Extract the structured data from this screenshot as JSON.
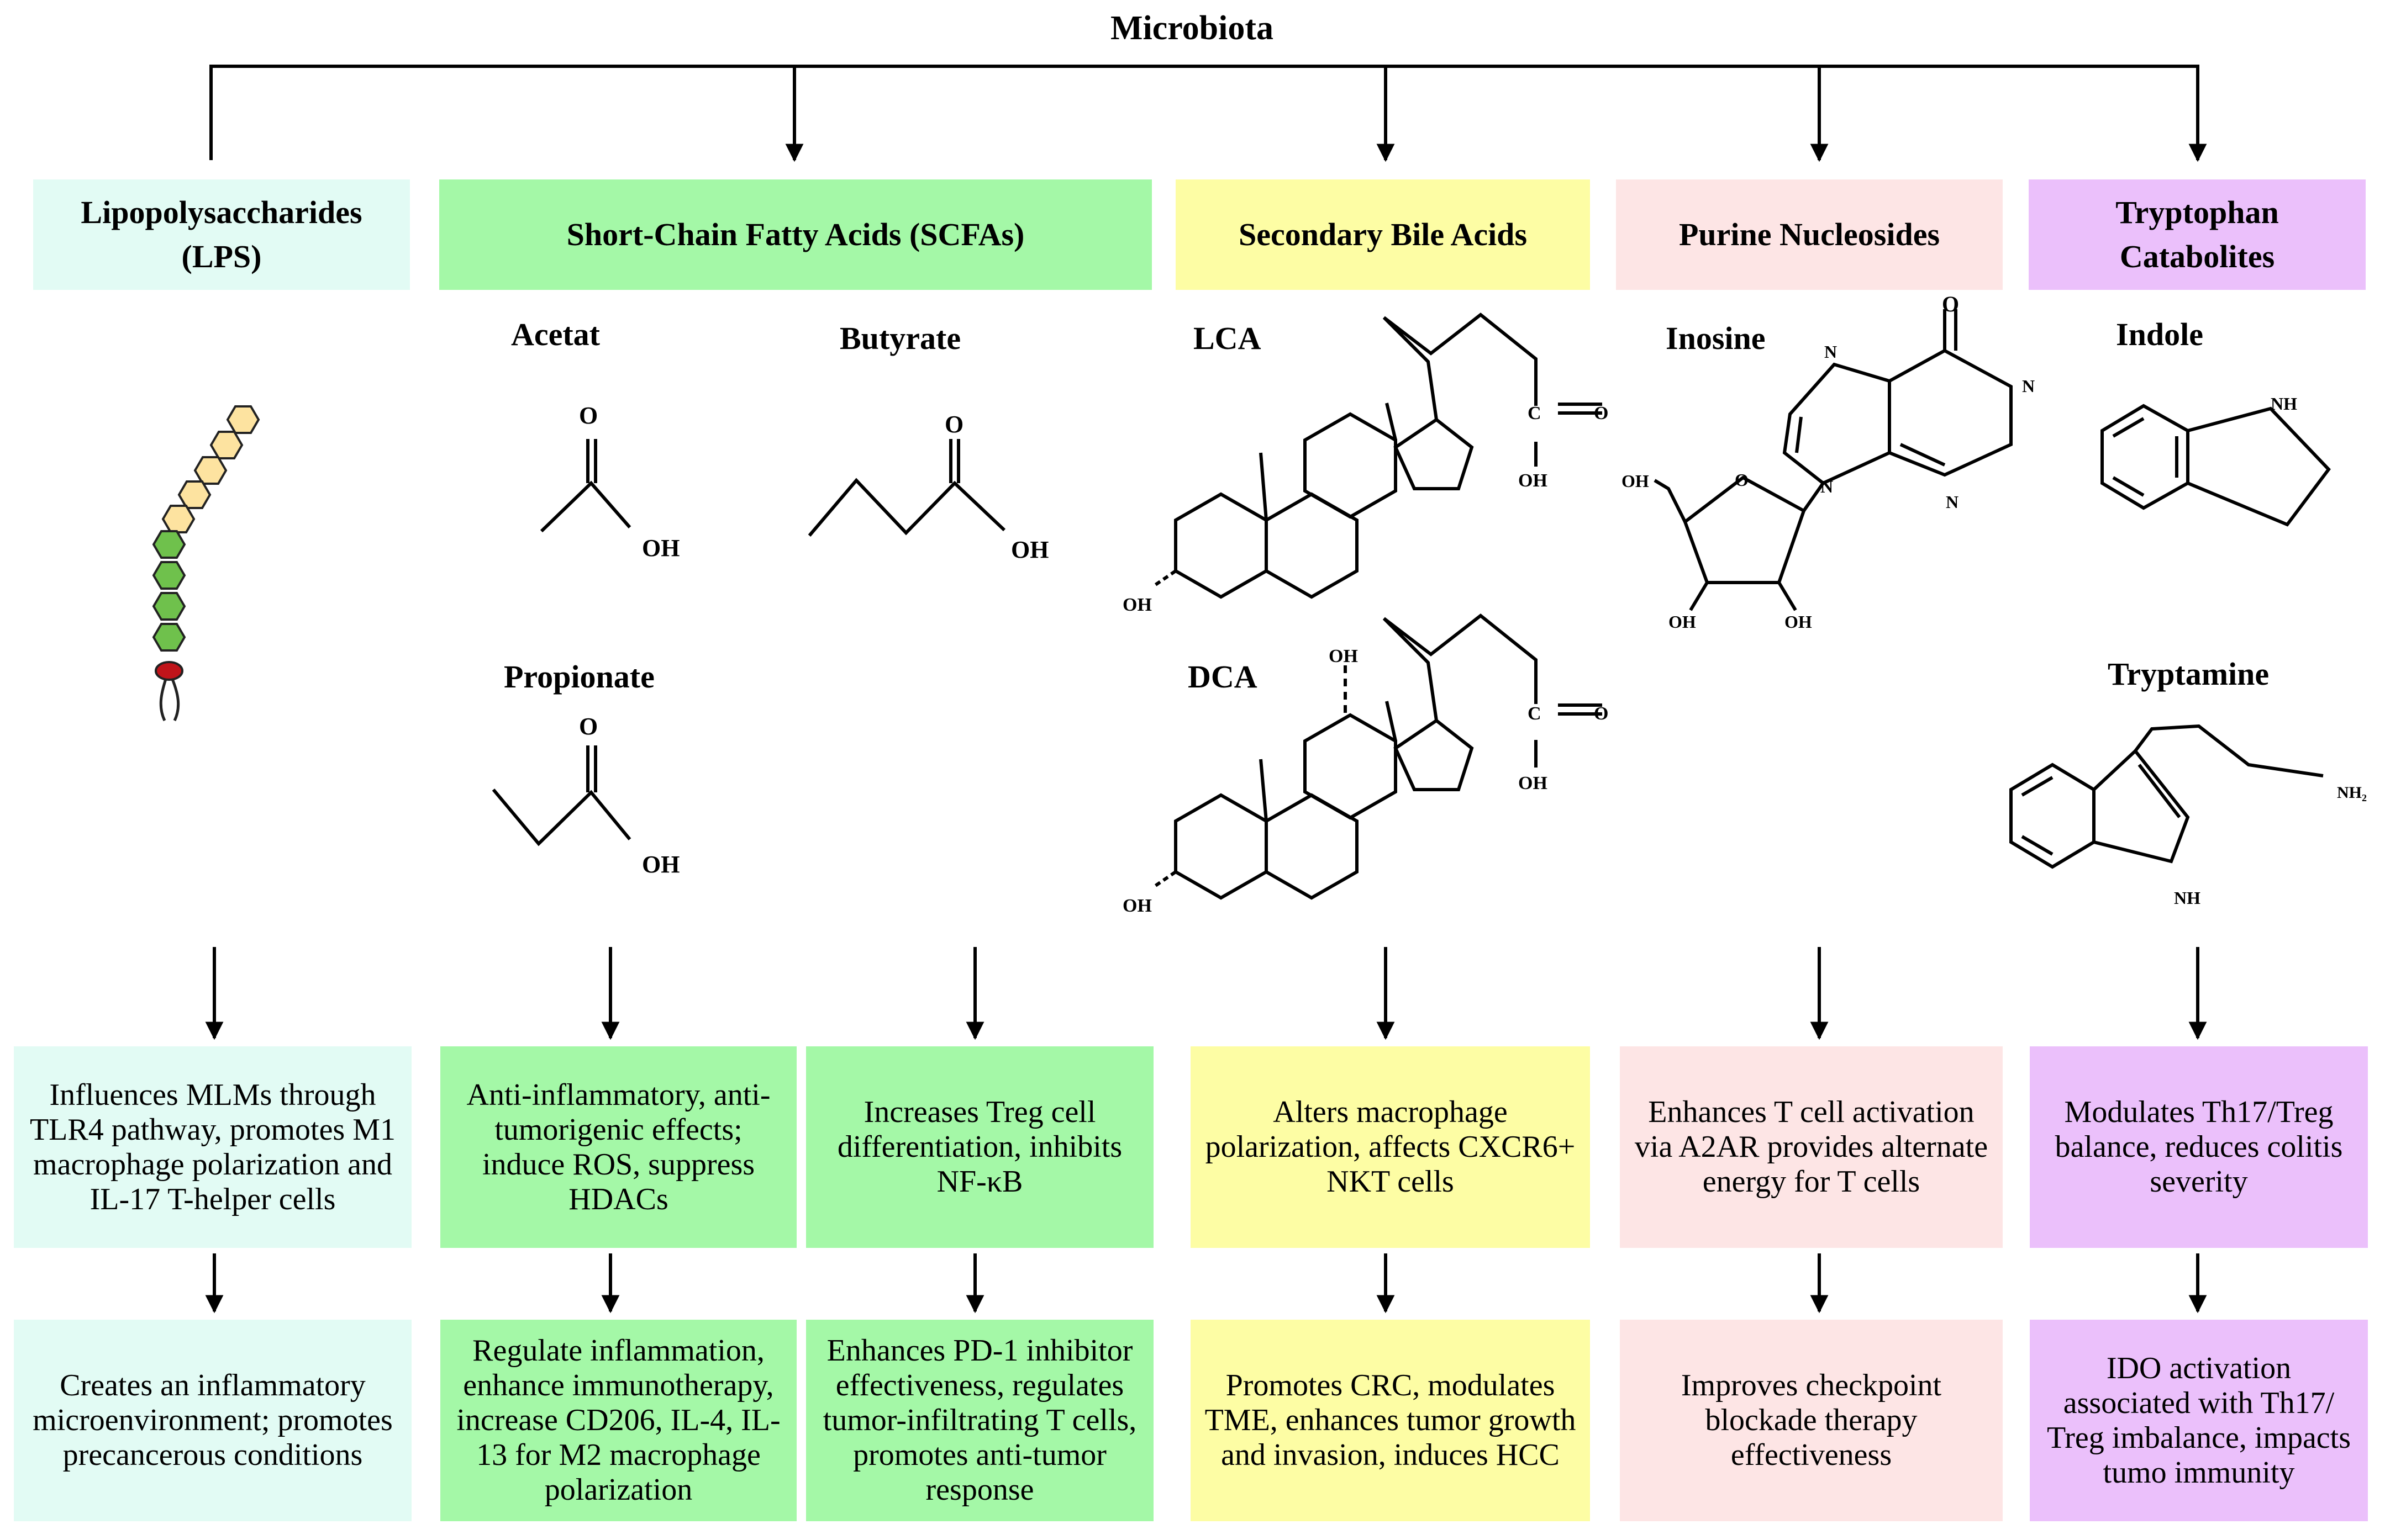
{
  "root": {
    "title": "Microbiota"
  },
  "categories": [
    {
      "label": "Lipopolysaccharides (LPS)"
    },
    {
      "label": "Short-Chain Fatty Acids (SCFAs)"
    },
    {
      "label": "Secondary Bile Acids"
    },
    {
      "label": "Purine Nucleosides"
    },
    {
      "label": "Tryptophan Catabolites"
    }
  ],
  "molecules": {
    "acetat": "Acetat",
    "propionate": "Propionate",
    "butyrate": "Butyrate",
    "lca": "LCA",
    "dca": "DCA",
    "inosine": "Inosine",
    "indole": "Indole",
    "tryptamine": "Tryptamine"
  },
  "atom_labels": {
    "o": "O",
    "oh": "OH",
    "c": "C",
    "n": "N",
    "nh": "NH",
    "nh2": "NH₂"
  },
  "colors": {
    "lps": "#e2fbf4",
    "scfa": "#a4f8a7",
    "bile": "#fdfda4",
    "purine": "#fde5e5",
    "tryptophan": "#ebc0fb",
    "lps_tail_sugar": "#fde3a0",
    "lps_core_sugar": "#6fc14c",
    "lps_lipid": "#c0141a"
  },
  "effects": [
    {
      "mechanism": "Influences MLMs through TLR4 pathway, promotes M1 macrophage polarization and IL-17 T-helper cells",
      "outcome": "Creates an inflammatory microenvironment; promotes precancerous conditions"
    },
    {
      "mechanism": "Anti-inflammatory, anti-tumorigenic effects; induce ROS, suppress HDACs",
      "outcome": "Regulate inflammation, enhance immunotherapy, increase CD206, IL-4, IL-13 for M2 macrophage polarization"
    },
    {
      "mechanism": "Increases Treg cell differentiation, inhibits NF-κB",
      "outcome": "Enhances PD-1 inhibitor effectiveness, regulates tumor-infiltrating T cells, promotes anti-tumor response"
    },
    {
      "mechanism": "Alters macrophage polarization, affects CXCR6+ NKT cells",
      "outcome": "Promotes CRC, modulates TME, enhances tumor growth and invasion, induces HCC"
    },
    {
      "mechanism": "Enhances T cell activation via A2AR provides alternate energy for T cells",
      "outcome": "Improves checkpoint blockade therapy effectiveness"
    },
    {
      "mechanism": "Modulates Th17/Treg balance, reduces colitis severity",
      "outcome": "IDO activation associated with Th17/ Treg imbalance, impacts tumo immunity"
    }
  ]
}
